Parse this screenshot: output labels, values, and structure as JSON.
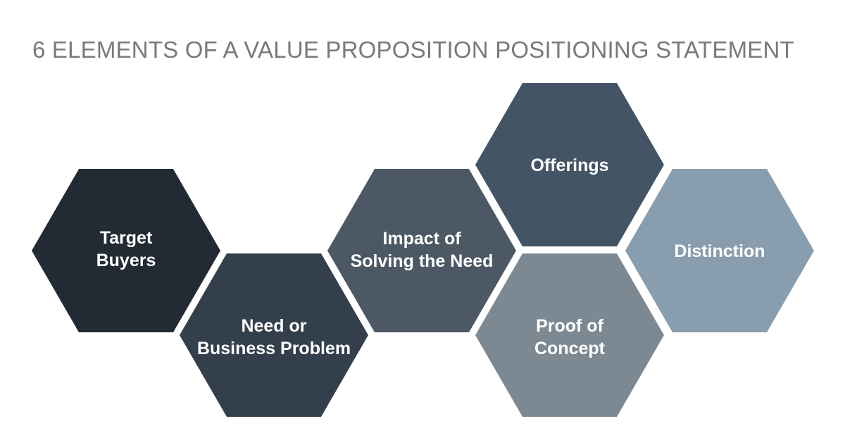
{
  "title": "6 ELEMENTS OF A VALUE PROPOSITION POSITIONING STATEMENT",
  "elements": [
    {
      "id": "target-buyers",
      "lines": [
        "Target",
        "Buyers"
      ],
      "color": "#222b33"
    },
    {
      "id": "need-business-problem",
      "lines": [
        "Need or",
        "Business Problem"
      ],
      "color": "#333f4b"
    },
    {
      "id": "impact-solving-need",
      "lines": [
        "Impact of",
        "Solving the Need"
      ],
      "color": "#4c5863"
    },
    {
      "id": "offerings",
      "lines": [
        "Offerings"
      ],
      "color": "#435565"
    },
    {
      "id": "proof-of-concept",
      "lines": [
        "Proof of",
        "Concept"
      ],
      "color": "#7c8993"
    },
    {
      "id": "distinction",
      "lines": [
        "Distinction"
      ],
      "color": "#889dae"
    }
  ]
}
